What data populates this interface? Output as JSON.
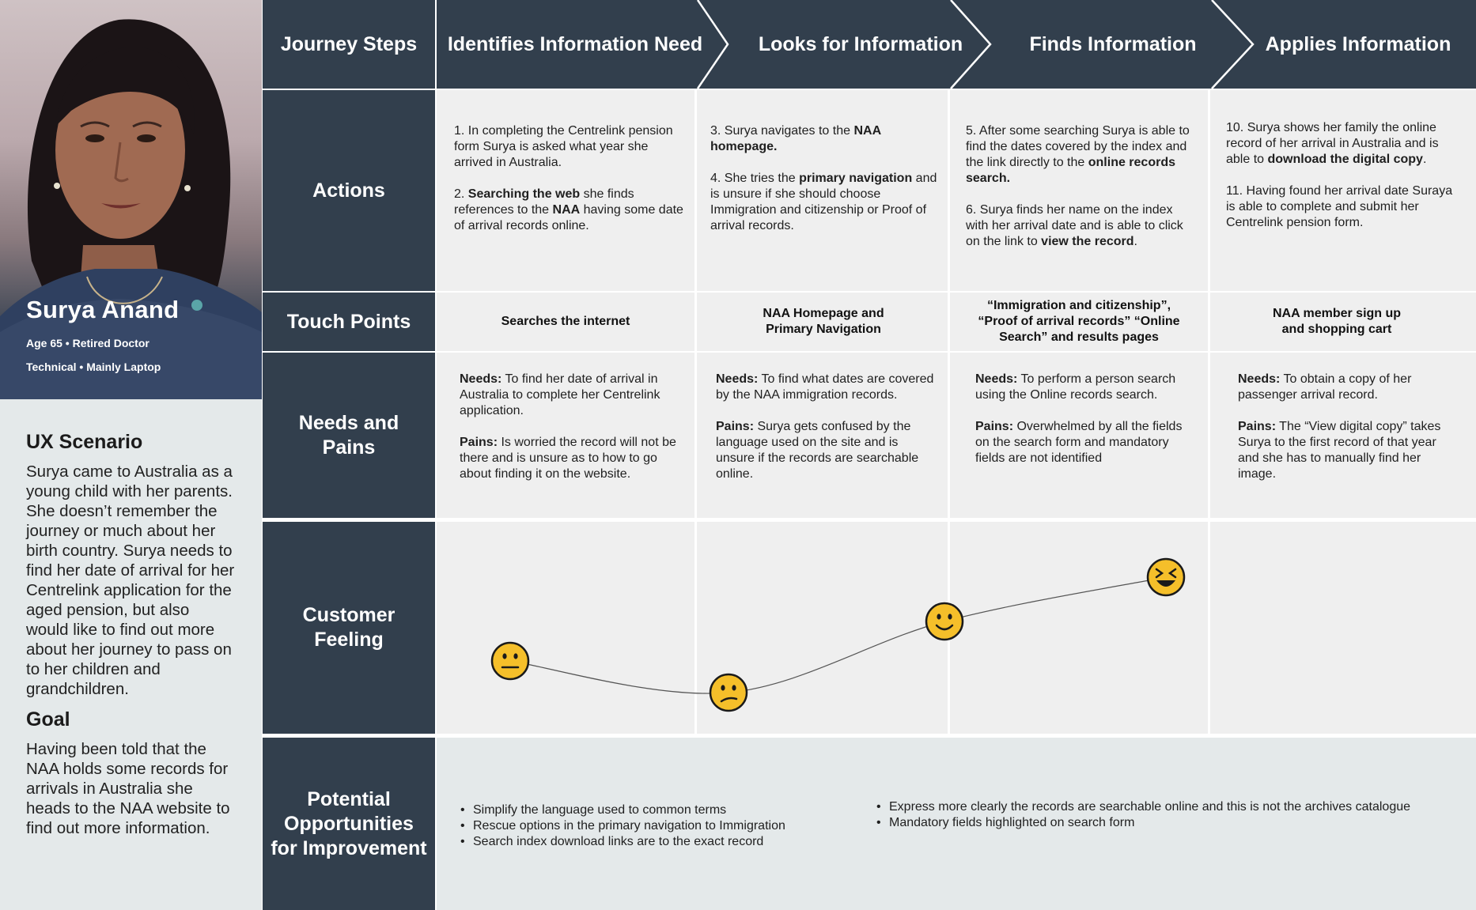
{
  "persona": {
    "name": "Surya Anand",
    "line1": "Age 65 • Retired Doctor",
    "line2": "Technical • Mainly Laptop"
  },
  "scenario": {
    "heading": "UX Scenario",
    "text": "Surya came to Australia as a young child with her parents. She doesn’t remember the journey or much about her birth country. Surya needs to find her date of arrival for her Centrelink application for the aged pension, but also would like to find out more about her journey to pass on to her children and grandchildren.",
    "goal_heading": "Goal",
    "goal_text": "Having been told that the NAA holds some records for arrivals in Australia she heads to the NAA website to find out more information."
  },
  "rows": {
    "journey_steps": "Journey Steps",
    "actions": "Actions",
    "touch_points": "Touch Points",
    "needs_pains": "Needs and Pains",
    "feeling": "Customer Feeling",
    "opportunities": "Potential Opportunities for Improvement"
  },
  "steps": [
    {
      "title": "Identifies Information Need",
      "actions": [
        [
          "1. In completing the Centrelink pension form Surya is asked what year she arrived in Australia."
        ],
        [
          "2. ",
          {
            "b": "Searching the web"
          },
          " she finds references to the ",
          {
            "b": "NAA"
          },
          " having some date of arrival records online."
        ]
      ],
      "touch_point": "Searches the internet",
      "needs_label": "Needs:",
      "needs": " To find her date of arrival in Australia to complete her Centrelink application.",
      "pains_label": "Pains:",
      "pains": " Is worried the record will not be there and is unsure as to how to go about finding it on the website.",
      "feeling_icon": "neutral-face-icon",
      "feeling_level": 2
    },
    {
      "title": "Looks for Information",
      "actions": [
        [
          "3. Surya navigates to the ",
          {
            "b": "NAA homepage."
          }
        ],
        [
          "4. She tries the ",
          {
            "b": "primary navigation"
          },
          " and is unsure if she should choose Immigration and citizenship or Proof of arrival records."
        ]
      ],
      "touch_point": "NAA Homepage and Primary Navigation",
      "needs_label": "Needs:",
      "needs": " To find what dates are covered by the NAA immigration records.",
      "pains_label": "Pains:",
      "pains": " Surya gets confused by the language used on the site and is unsure if the records are searchable online.",
      "feeling_icon": "confused-face-icon",
      "feeling_level": 1
    },
    {
      "title": "Finds Information",
      "actions": [
        [
          "5. After some searching Surya is able to find the dates covered by the index and the link directly to the ",
          {
            "b": "online records search."
          }
        ],
        [
          "6. Surya finds her name on the index with her arrival date and is able to click on the link to ",
          {
            "b": "view the record"
          },
          "."
        ]
      ],
      "touch_point": "“Immigration and citizenship”, “Proof of arrival records” “Online Search” and results pages",
      "needs_label": "Needs:",
      "needs": " To perform a person search using the Online records search.",
      "pains_label": "Pains:",
      "pains": " Overwhelmed by all the fields on the search form and mandatory fields are not identified",
      "feeling_icon": "smiling-face-icon",
      "feeling_level": 3
    },
    {
      "title": "Applies Information",
      "actions": [
        [
          "10. Surya shows her family the online record of her arrival in Australia and is able to ",
          {
            "b": "download the digital copy"
          },
          "."
        ],
        [
          "11. Having found her arrival date Suraya is able to complete and submit her Centrelink pension form."
        ]
      ],
      "touch_point": "NAA member sign up and shopping cart",
      "needs_label": "Needs:",
      "needs": " To obtain a copy of her passenger arrival record.",
      "pains_label": "Pains:",
      "pains": " The “View digital copy” takes Surya to the first record of that year and she has to manually find her image.",
      "feeling_icon": "laughing-face-icon",
      "feeling_level": 4
    }
  ],
  "opportunities": {
    "left": [
      "Simplify the language used to common terms",
      "Rescue options in the primary navigation to Immigration",
      "Search index download links are to the exact record"
    ],
    "right": [
      "Express more clearly the records are searchable online and this is not the archives catalogue",
      "Mandatory fields highlighted on search form"
    ]
  },
  "colors": {
    "header_dark": "#323f4d",
    "cell_light": "#efefef",
    "panel_light": "#e4e9ea",
    "emoji_fill": "#f5bf2a"
  }
}
